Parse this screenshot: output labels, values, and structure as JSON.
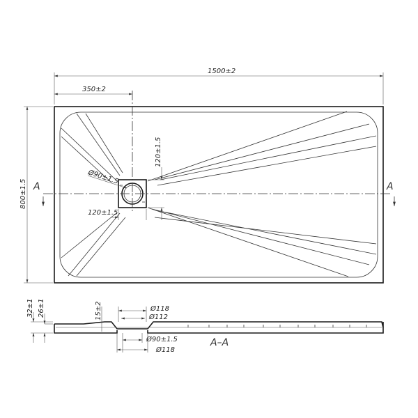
{
  "plan": {
    "dim_length": "1500±2",
    "dim_drain_offset": "350±2",
    "dim_width": "800±1.5",
    "drain_dia": "Ø90±1.5",
    "drain_square_v": "120±1.5",
    "drain_square_h": "120±1.5",
    "section_marker_left": "A",
    "section_marker_right": "A"
  },
  "section": {
    "dim_total_height": "32±1",
    "dim_inner_height": "26±1",
    "dim_drain_depth": "15±2",
    "dim_outer_top": "Ø118",
    "dim_inner_top": "Ø112",
    "dim_drain_bottom": "Ø90±1.5",
    "dim_outer_bottom": "Ø118",
    "title": "A–A"
  }
}
